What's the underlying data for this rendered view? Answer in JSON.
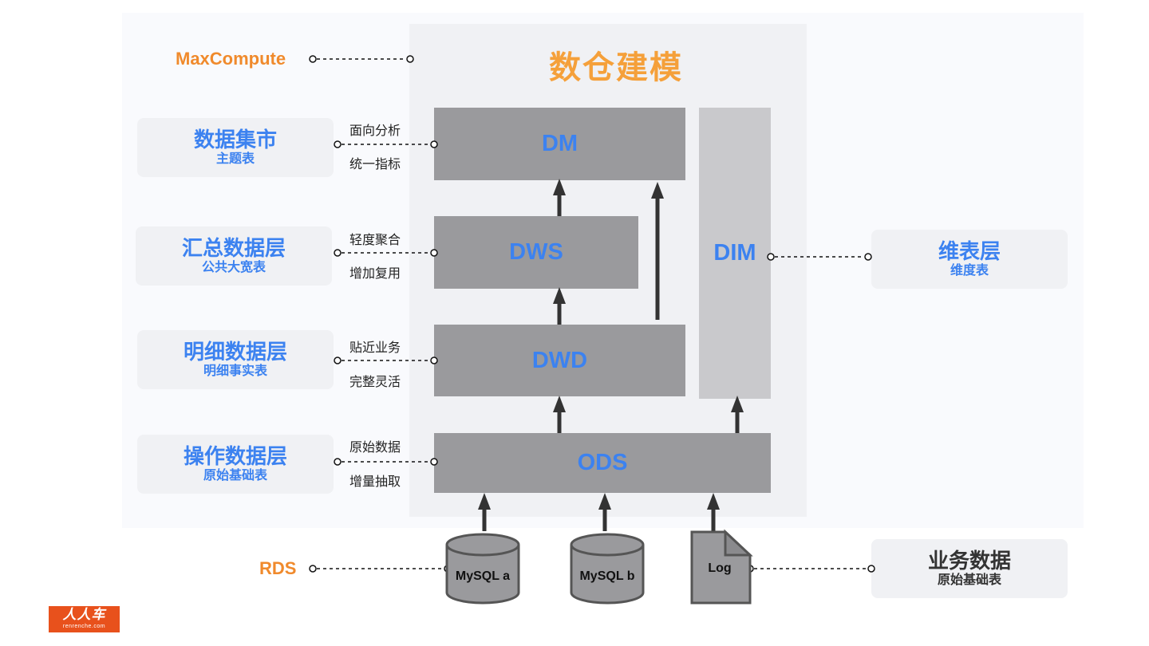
{
  "title": "数仓建模",
  "platform_label": "MaxCompute",
  "source_platform_label": "RDS",
  "layers": {
    "dm": "DM",
    "dws": "DWS",
    "dwd": "DWD",
    "ods": "ODS",
    "dim": "DIM"
  },
  "left_cards": [
    {
      "title": "数据集市",
      "subtitle": "主题表",
      "note_top": "面向分析",
      "note_bottom": "统一指标"
    },
    {
      "title": "汇总数据层",
      "subtitle": "公共大宽表",
      "note_top": "轻度聚合",
      "note_bottom": "增加复用"
    },
    {
      "title": "明细数据层",
      "subtitle": "明细事实表",
      "note_top": "贴近业务",
      "note_bottom": "完整灵活"
    },
    {
      "title": "操作数据层",
      "subtitle": "原始基础表",
      "note_top": "原始数据",
      "note_bottom": "增量抽取"
    }
  ],
  "right_cards": {
    "dim_card": {
      "title": "维表层",
      "subtitle": "维度表"
    },
    "business_card": {
      "title": "业务数据",
      "subtitle": "原始基础表"
    }
  },
  "sources": [
    {
      "label": "MySQL a",
      "icon": "database-icon"
    },
    {
      "label": "MySQL b",
      "icon": "database-icon"
    },
    {
      "label": "Log",
      "icon": "document-icon"
    }
  ],
  "logo": {
    "main": "人人车",
    "sub": "renrenche.com"
  },
  "colors": {
    "accent_blue": "#3c82f0",
    "accent_orange": "#f08a2c",
    "layer_gray": "#9a9a9d",
    "dim_gray": "#c9c9cc",
    "logo_red": "#e8511c"
  }
}
